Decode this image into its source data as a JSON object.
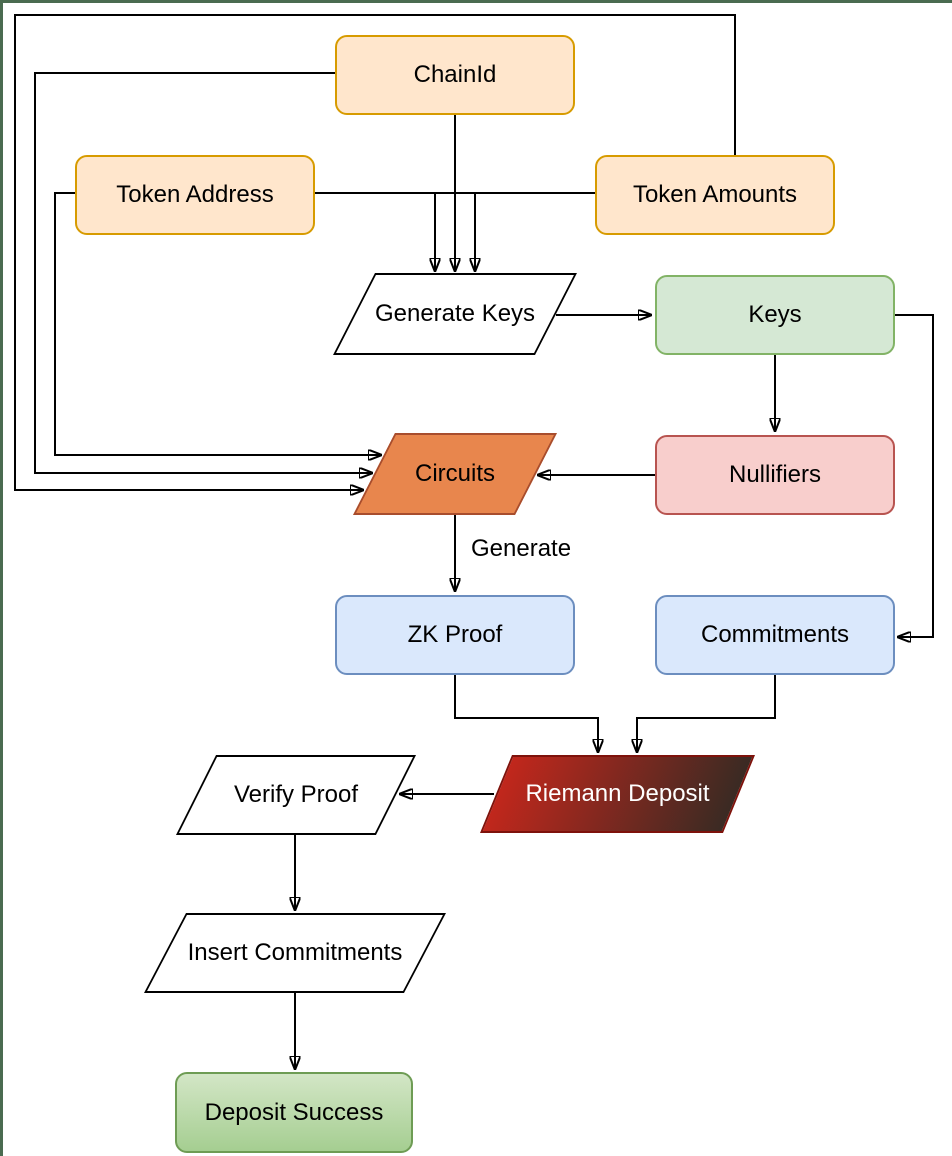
{
  "diagram": {
    "frame_color": "#4a6b50",
    "arrow_color": "#000000",
    "background": "#ffffff"
  },
  "nodes": {
    "chainid": {
      "label": "ChainId",
      "fill": "#ffe6cc",
      "stroke": "#d79b00"
    },
    "token_address": {
      "label": "Token Address",
      "fill": "#ffe6cc",
      "stroke": "#d79b00"
    },
    "token_amounts": {
      "label": "Token Amounts",
      "fill": "#ffe6cc",
      "stroke": "#d79b00"
    },
    "generate_keys": {
      "label": "Generate Keys",
      "fill": "#ffffff",
      "stroke": "#000000"
    },
    "keys": {
      "label": "Keys",
      "fill": "#d5e8d4",
      "stroke": "#82b366"
    },
    "nullifiers": {
      "label": "Nullifiers",
      "fill": "#f8cecc",
      "stroke": "#b85450"
    },
    "circuits": {
      "label": "Circuits",
      "fill": "#e8864d",
      "stroke": "#a84d2d"
    },
    "zk_proof": {
      "label": "ZK Proof",
      "fill": "#dae8fc",
      "stroke": "#6c8ebf"
    },
    "commitments": {
      "label": "Commitments",
      "fill": "#dae8fc",
      "stroke": "#6c8ebf"
    },
    "riemann_deposit": {
      "label": "Riemann Deposit",
      "fill_start": "#c1271c",
      "fill_end": "#3a2a23",
      "stroke": "#7e120b",
      "text_color": "#ffffff"
    },
    "verify_proof": {
      "label": "Verify Proof",
      "fill": "#ffffff",
      "stroke": "#000000"
    },
    "insert_commitments": {
      "label": "Insert Commitments",
      "fill": "#ffffff",
      "stroke": "#000000"
    },
    "deposit_success": {
      "label": "Deposit Success",
      "fill_start": "#d3e6c6",
      "fill_end": "#a5ce91",
      "stroke": "#6e9c54"
    }
  },
  "edge_labels": {
    "generate": "Generate"
  }
}
